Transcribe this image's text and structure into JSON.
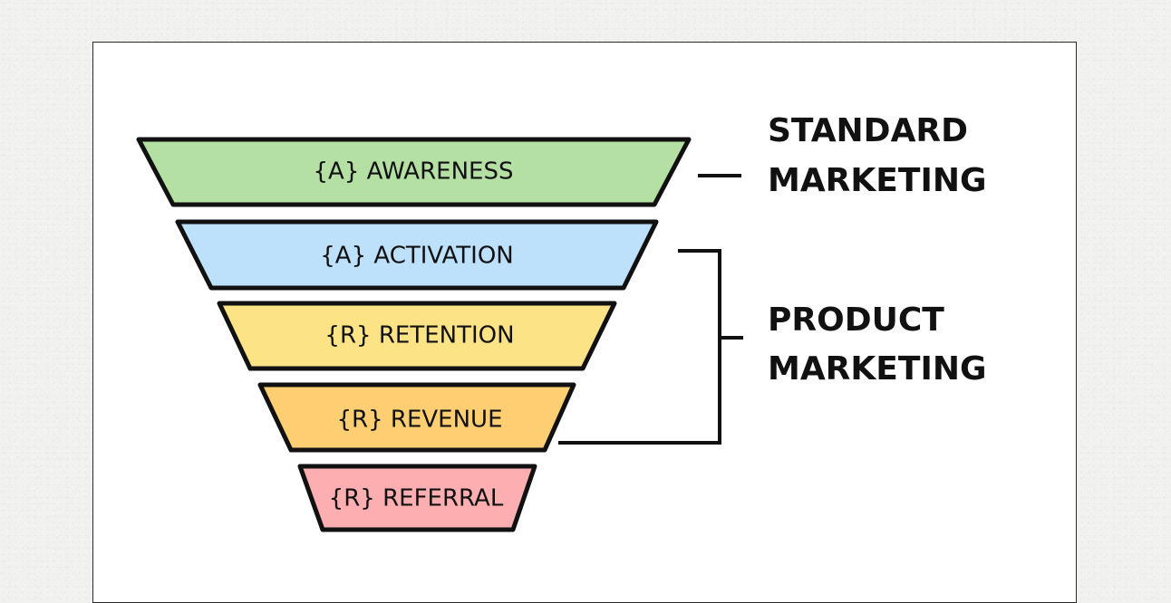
{
  "funnel": {
    "stages": [
      {
        "label": "{A} AWARENESS",
        "color": "#b5e0a3"
      },
      {
        "label": "{A} ACTIVATION",
        "color": "#bde0fb"
      },
      {
        "label": "{R} RETENTION",
        "color": "#fce386"
      },
      {
        "label": "{R} REVENUE",
        "color": "#fdcf72"
      },
      {
        "label": "{R} REFERRAL",
        "color": "#fcaeb1"
      }
    ]
  },
  "groups": [
    {
      "line1": "STANDARD",
      "line2": "MARKETING",
      "stages_covered": [
        "{A} AWARENESS"
      ]
    },
    {
      "line1": "PRODUCT",
      "line2": "MARKETING",
      "stages_covered": [
        "{A} ACTIVATION",
        "{R} RETENTION",
        "{R} REVENUE"
      ]
    }
  ],
  "colors": {
    "outline": "#111111",
    "background": "#f1f1ef",
    "card": "#ffffff"
  }
}
